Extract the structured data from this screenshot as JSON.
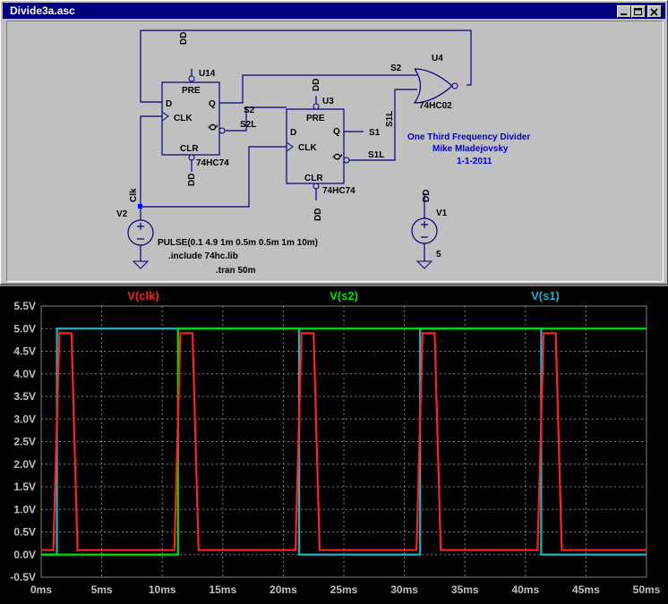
{
  "window": {
    "title": "Divide3a.asc"
  },
  "schematic": {
    "labels": {
      "u14": "U14",
      "u3": "U3",
      "u4": "U4",
      "v1": "V1",
      "v2": "V2",
      "dd": "DD",
      "pre": "PRE",
      "clr": "CLR",
      "d": "D",
      "clk_pin": "CLK",
      "q": "Q",
      "qbar": "Q̄",
      "ic74": "74HC74",
      "ic02": "74HC02",
      "s2": "S2",
      "s2l": "S2L",
      "s1": "S1",
      "s1l": "S1L",
      "clk": "Clk",
      "v1val": "5"
    },
    "directives": {
      "pulse": "PULSE(0.1 4.9 1m 0.5m 0.5m 1m 10m)",
      "include": ".include 74hc.lib",
      "tran": ".tran 50m"
    },
    "comment": {
      "line1": "One Third Frequency Divider",
      "line2": "Mike Mladejovsky",
      "line3": "1-1-2011"
    }
  },
  "chart_data": {
    "type": "line",
    "xlabel": "",
    "ylabel": "",
    "xlim": [
      0,
      50
    ],
    "ylim": [
      -0.5,
      5.5
    ],
    "x_unit": "ms",
    "y_unit": "V",
    "xticks": [
      "0ms",
      "5ms",
      "10ms",
      "15ms",
      "20ms",
      "25ms",
      "30ms",
      "35ms",
      "40ms",
      "45ms",
      "50ms"
    ],
    "yticks": [
      "-0.5V",
      "0.0V",
      "0.5V",
      "1.0V",
      "1.5V",
      "2.0V",
      "2.5V",
      "3.0V",
      "3.5V",
      "4.0V",
      "4.5V",
      "5.0V",
      "5.5V"
    ],
    "grid": true,
    "series": [
      {
        "name": "V(clk)",
        "color": "#ff2020",
        "x": [
          0,
          1,
          1.5,
          2.5,
          3,
          11,
          11.5,
          12.5,
          13,
          21,
          21.5,
          22.5,
          23,
          31,
          31.5,
          32.5,
          33,
          41,
          41.5,
          42.5,
          43,
          50
        ],
        "y": [
          0.1,
          0.1,
          4.9,
          4.9,
          0.1,
          0.1,
          4.9,
          4.9,
          0.1,
          0.1,
          4.9,
          4.9,
          0.1,
          0.1,
          4.9,
          4.9,
          0.1,
          0.1,
          4.9,
          4.9,
          0.1,
          0.1
        ]
      },
      {
        "name": "V(s2)",
        "color": "#00e000",
        "x": [
          0,
          11.3,
          11.3,
          50
        ],
        "y": [
          0,
          0,
          5,
          5
        ]
      },
      {
        "name": "V(s1)",
        "color": "#20b0c0",
        "x": [
          0,
          1.3,
          1.3,
          21.3,
          21.3,
          31.3,
          31.3,
          41.3,
          41.3,
          50
        ],
        "y": [
          0,
          0,
          5,
          5,
          0,
          0,
          5,
          5,
          0,
          0
        ]
      }
    ]
  }
}
